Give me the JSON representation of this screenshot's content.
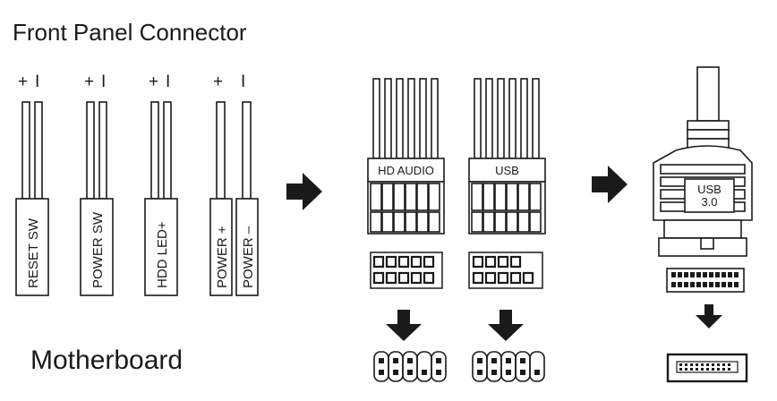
{
  "title": "Front Panel Connector",
  "footer_label": "Motherboard",
  "connectors": [
    {
      "label": "RESET SW",
      "polarity_plus": "+",
      "polarity_minus": "I"
    },
    {
      "label": "POWER SW",
      "polarity_plus": "+",
      "polarity_minus": "I"
    },
    {
      "label": "HDD LED+",
      "polarity_plus": "+",
      "polarity_minus": "I"
    },
    {
      "label": "POWER +",
      "polarity_plus": "+"
    },
    {
      "label": "POWER –",
      "polarity_minus": "I"
    }
  ],
  "headers": [
    {
      "label": "HD AUDIO"
    },
    {
      "label": "USB"
    }
  ],
  "usb3": {
    "line1": "USB",
    "line2": "3.0"
  },
  "colors": {
    "ink": "#1a1a1a",
    "background": "#ffffff"
  }
}
